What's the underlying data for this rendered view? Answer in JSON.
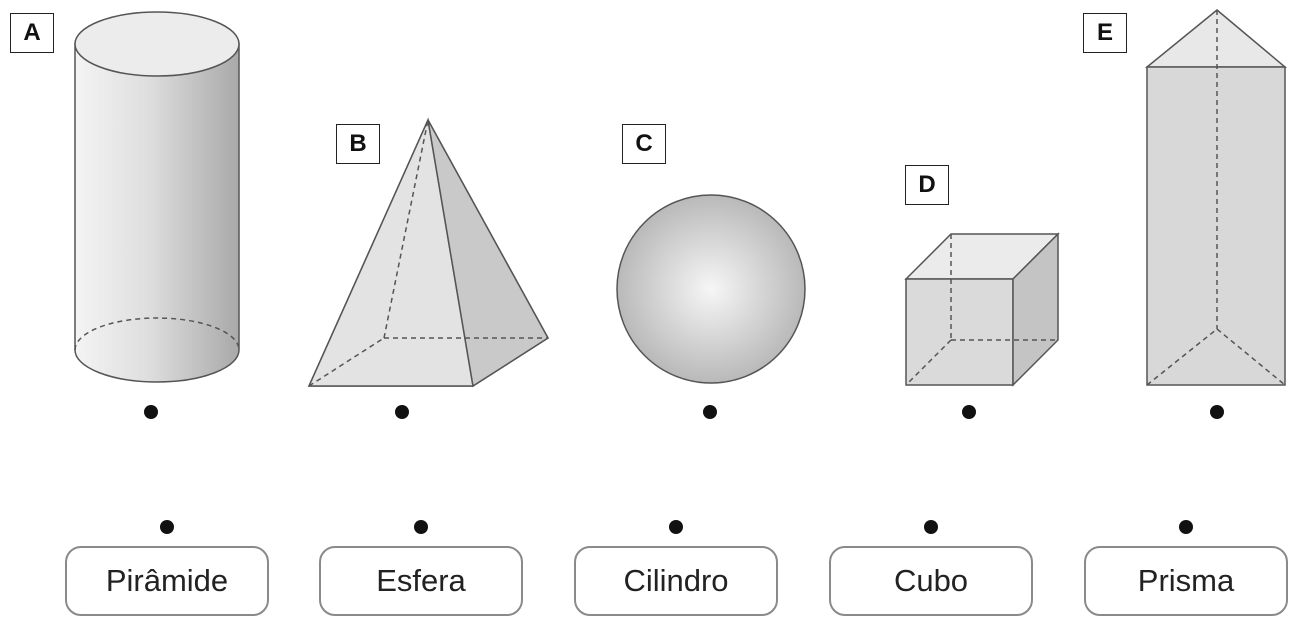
{
  "figures": [
    {
      "letter": "A",
      "shape": "cylinder"
    },
    {
      "letter": "B",
      "shape": "pyramid"
    },
    {
      "letter": "C",
      "shape": "sphere"
    },
    {
      "letter": "D",
      "shape": "cube"
    },
    {
      "letter": "E",
      "shape": "triangular-prism"
    }
  ],
  "names": [
    "Pirâmide",
    "Esfera",
    "Cilindro",
    "Cubo",
    "Prisma"
  ],
  "colors": {
    "fill": "#dcdcdc",
    "light_fill": "#e9e9e9",
    "stroke": "#555555",
    "dot": "#111111"
  }
}
